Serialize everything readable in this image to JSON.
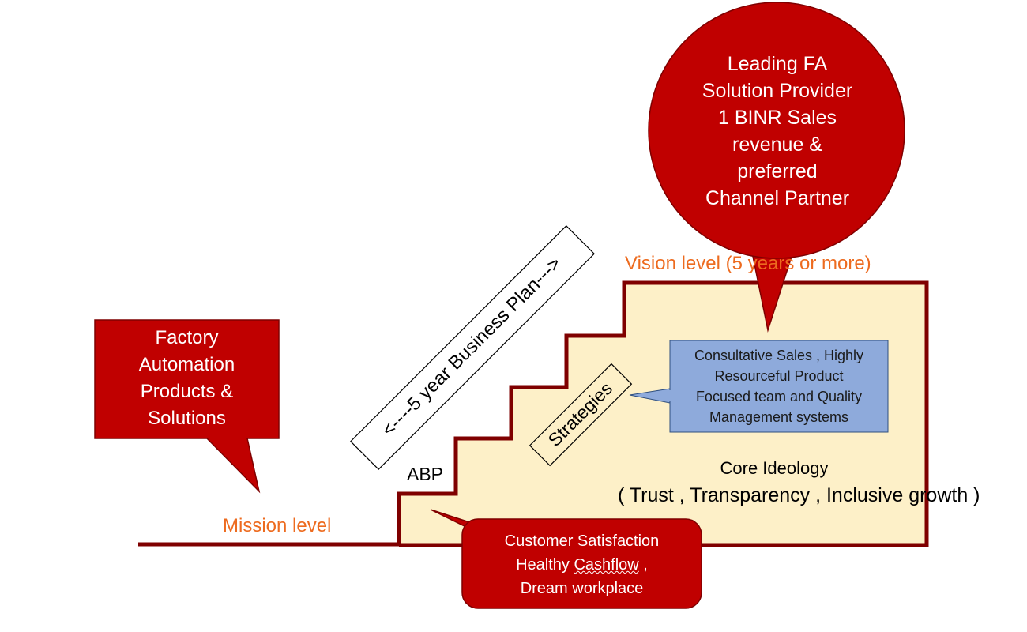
{
  "colors": {
    "callout_red": "#c00000",
    "stair_outline": "#7f0000",
    "stair_fill": "#fdf0c8",
    "blue_box": "#8eaadb",
    "orange_label": "#ed6b1f"
  },
  "mission_callout": {
    "lines": [
      "Factory",
      "Automation",
      "Products &",
      "Solutions"
    ]
  },
  "vision_callout": {
    "lines": [
      "Leading  FA",
      "Solution Provider",
      "1 BINR Sales",
      "revenue &",
      "preferred",
      "Channel  Partner"
    ]
  },
  "customer_callout": {
    "line1": "Customer   Satisfaction",
    "line2_a": "Healthy ",
    "line2_b": "Cashflow",
    "line2_c": " ,",
    "line3": "Dream workplace"
  },
  "strategy_box": {
    "lines": [
      "Consultative  Sales , Highly",
      "Resourceful  Product",
      "Focused  team and  Quality",
      "Management systems"
    ]
  },
  "labels": {
    "mission_level": "Mission level",
    "vision_level": "Vision level (5 years or more)",
    "abp": "ABP",
    "business_plan": "<----5 year Business Plan--->",
    "strategies": "Strategies",
    "core_ideology": "Core Ideology",
    "core_values": "( Trust , Transparency ,  Inclusive growth )"
  }
}
